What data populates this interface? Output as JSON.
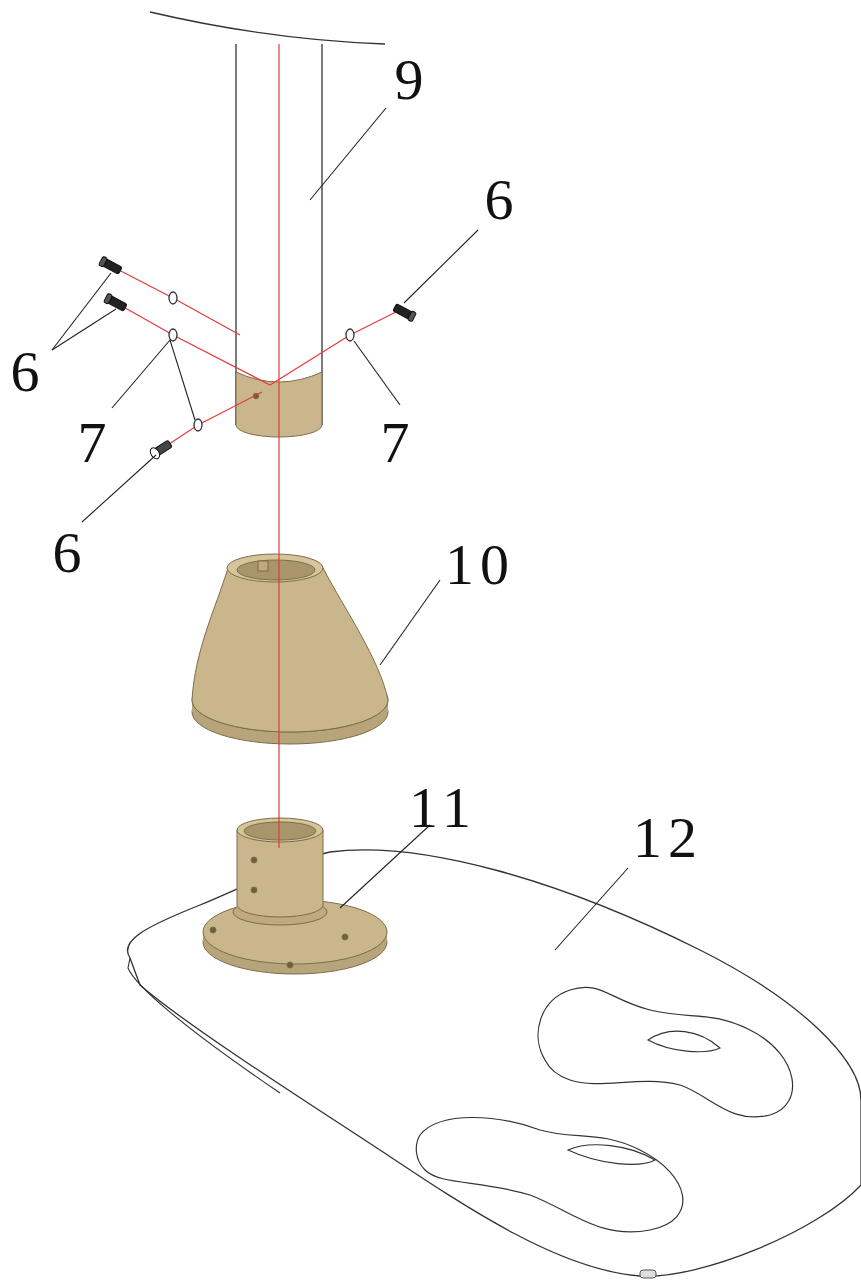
{
  "diagram": {
    "labels": [
      "9",
      "6",
      "6",
      "7",
      "7",
      "6",
      "10",
      "11",
      "12"
    ]
  }
}
